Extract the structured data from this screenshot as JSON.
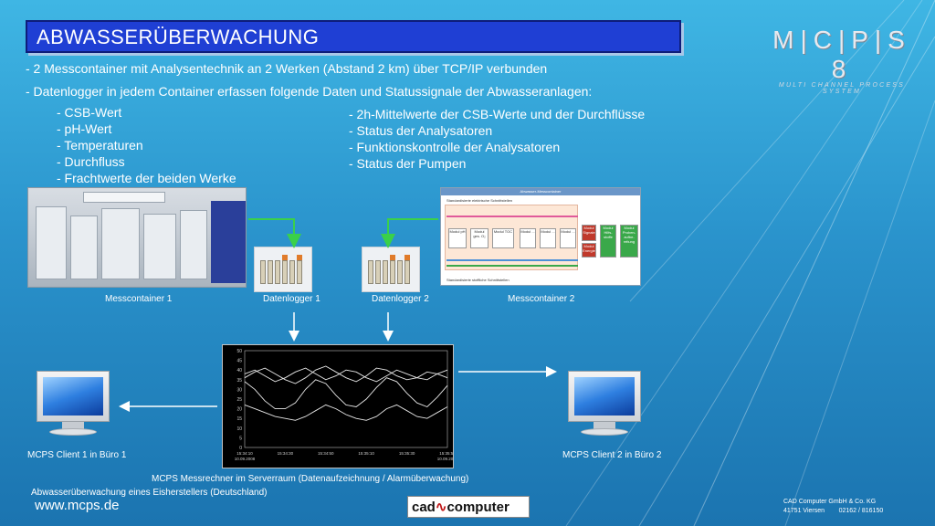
{
  "title": "ABWASSERÜBERWACHUNG",
  "logo": {
    "big": "M|C|P|S 8",
    "small": "MULTI CHANNEL PROCESS SYSTEM"
  },
  "bullets": {
    "line1": "- 2 Messcontainer mit Analysentechnik an 2 Werken (Abstand 2 km) über TCP/IP verbunden",
    "line2": "- Datenlogger in jedem Container erfassen folgende Daten und Statussignale der Abwasseranlagen:"
  },
  "list_left": [
    "- CSB-Wert",
    "- pH-Wert",
    "- Temperaturen",
    "- Durchfluss",
    "- Frachtwerte der beiden Werke"
  ],
  "list_right": [
    "- 2h-Mittelwerte der CSB-Werte und der Durchflüsse",
    "- Status der Analysatoren",
    "- Funktionskontrolle der Analysatoren",
    "- Status der Pumpen"
  ],
  "captions": {
    "messcontainer1": "Messcontainer 1",
    "datalogger1": "Datenlogger 1",
    "datalogger2": "Datenlogger 2",
    "messcontainer2": "Messcontainer 2",
    "client1": "MCPS Client 1 in Büro 1",
    "client2": "MCPS Client 2 in Büro 2",
    "server": "MCPS Messrechner im Serverraum (Datenaufzeichnung / Alarmüberwachung)",
    "footnote": "Abwasserüberwachung eines Eisherstellers (Deutschland)"
  },
  "diagram2": {
    "header": "Abwasser-Messcontainer",
    "top_label": "Standardisierte elektrische Schnittstellen",
    "bottom_label": "Standardisierte stoffliche Schnittstellen",
    "modules": [
      "Modul pH",
      "Modul ges. O₂",
      "Modul TOC",
      "Modul ...",
      "Modul ...",
      "Modul ...",
      "Modul Signale",
      "Modul Energie",
      "Modul Hilfs-stoffe",
      "Modul Proben-aufbe-reitung"
    ]
  },
  "chart_data": {
    "type": "line",
    "ylim": [
      0,
      50
    ],
    "yticks": [
      "50",
      "45",
      "40",
      "35",
      "30",
      "25",
      "20",
      "15",
      "10",
      "5",
      "0"
    ],
    "xticks": [
      "15:34:10\n10.09.2008",
      "15:34:30",
      "15:34:50",
      "15:35:10",
      "15:35:30",
      "15:35:50\n10.09.2008"
    ],
    "series": [
      {
        "values": [
          38,
          40,
          37,
          34,
          36,
          39,
          41,
          38,
          35,
          37,
          40,
          39,
          36,
          34,
          37,
          40,
          38,
          36,
          35,
          38,
          40
        ]
      },
      {
        "values": [
          36,
          39,
          41,
          38,
          35,
          33,
          36,
          40,
          42,
          39,
          36,
          34,
          37,
          41,
          40,
          37,
          35,
          36,
          39,
          38,
          36
        ]
      },
      {
        "values": [
          34,
          30,
          24,
          20,
          20,
          23,
          30,
          35,
          33,
          27,
          22,
          21,
          25,
          31,
          36,
          34,
          28,
          23,
          21,
          26,
          32
        ]
      },
      {
        "values": [
          22,
          20,
          18,
          16,
          15,
          14,
          16,
          19,
          22,
          20,
          17,
          15,
          14,
          16,
          20,
          22,
          19,
          16,
          15,
          18,
          21
        ]
      }
    ]
  },
  "footer": {
    "url": "www.mcps.de",
    "cad_logo_left": "cad",
    "cad_logo_right": "computer",
    "company_line1": "CAD Computer GmbH & Co. KG",
    "company_line2": "41751 Viersen        02162 / 816150"
  },
  "colors": {
    "title_bg": "#1f3fd4",
    "background_top": "#3fb6e4",
    "background_bottom": "#1b74b0",
    "green_arrow": "#3ad04a"
  }
}
